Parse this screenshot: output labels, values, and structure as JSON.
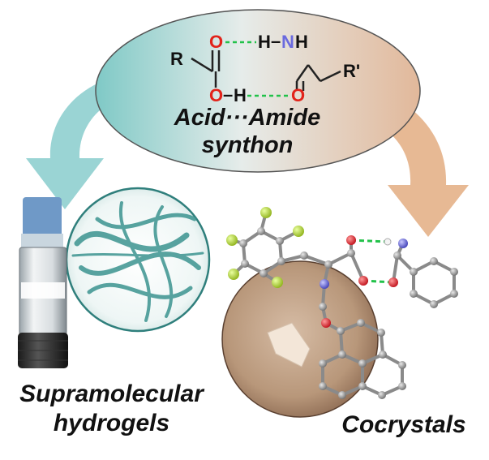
{
  "synthon": {
    "label_line1": "Acid···Amide",
    "label_line2": "synthon",
    "atoms": {
      "r": "R",
      "r_prime": "R'",
      "o_top": "O",
      "o_left": "O",
      "o_right": "O",
      "h_top": "H",
      "h_mid": "H",
      "n": "N",
      "h_n": "H",
      "dash": "–"
    }
  },
  "hydrogels": {
    "label_line1": "Supramolecular",
    "label_line2": "hydrogels"
  },
  "cocrystals": {
    "label": "Cocrystals"
  },
  "colors": {
    "oxygen": "#e2231a",
    "nitrogen": "#6a6adf",
    "hbond": "#22c24a",
    "arrow_left": "#8fcfcf",
    "arrow_right": "#e6b58e",
    "fluorine": "#b8e03a",
    "carbon": "#8a8a8a"
  }
}
